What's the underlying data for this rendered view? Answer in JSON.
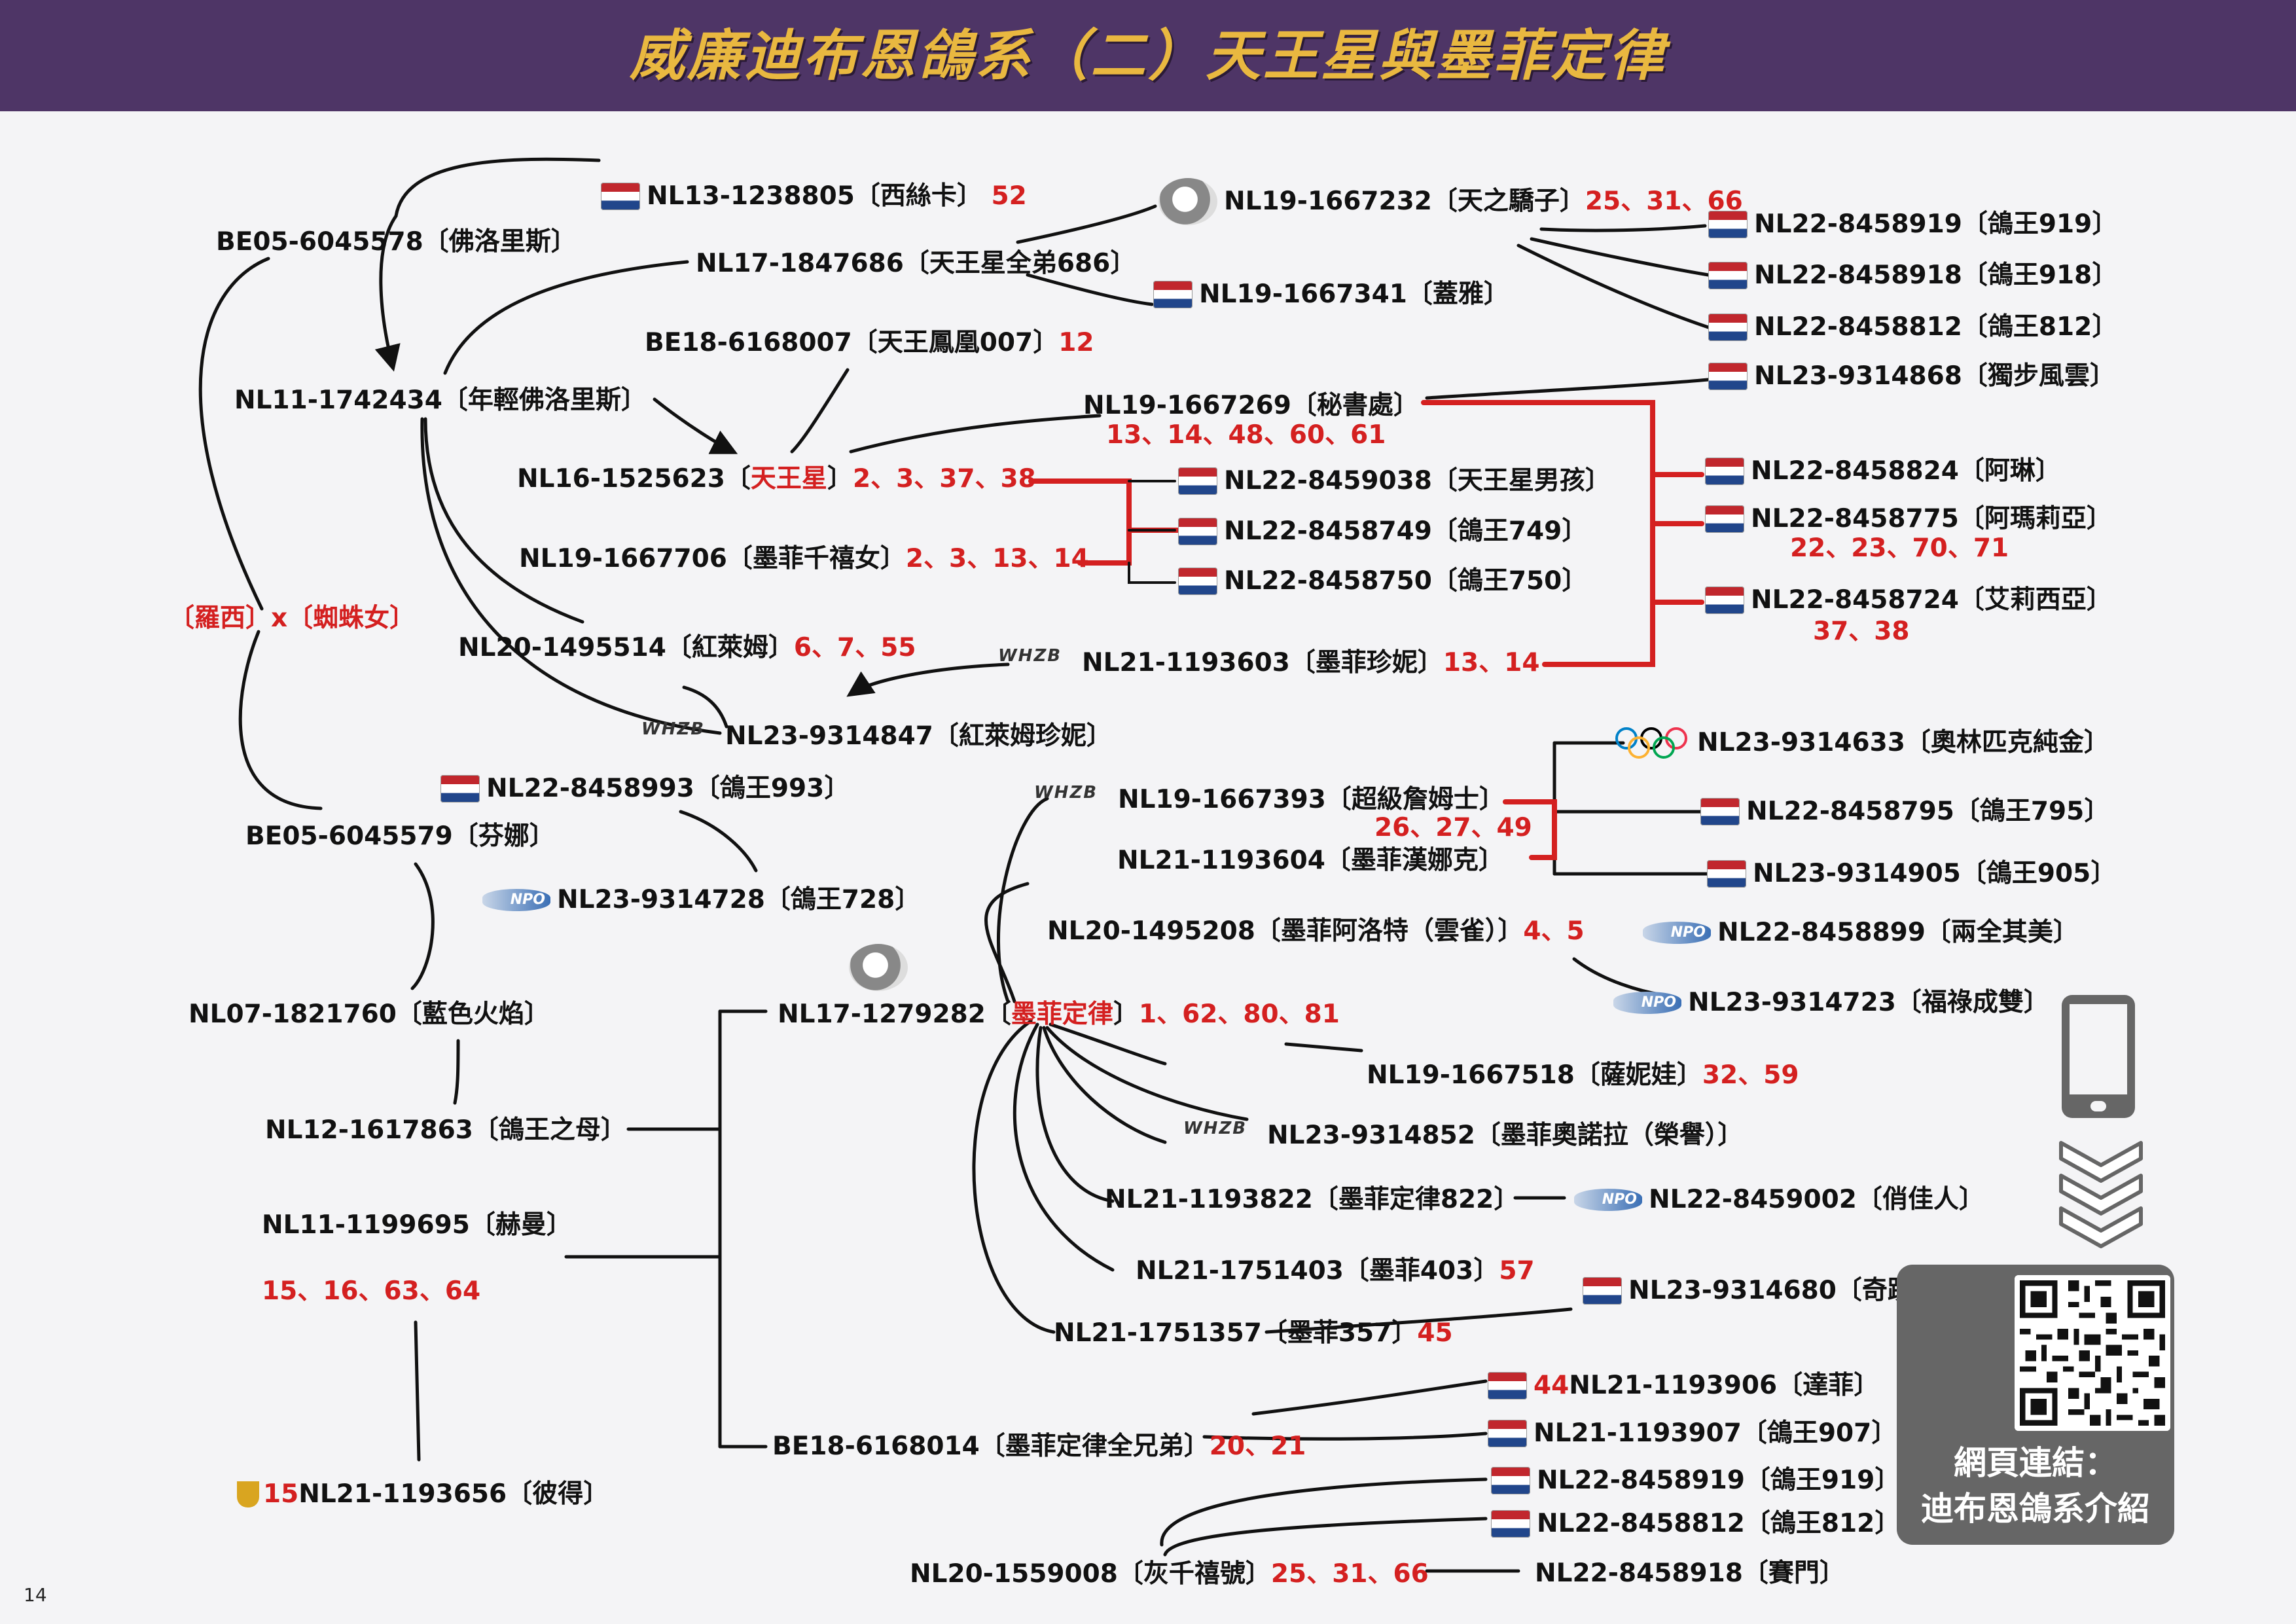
{
  "title": "威廉迪布恩鴿系（二）天王星與墨菲定律",
  "page_number": "14",
  "qr_caption": [
    "網頁連結：",
    "迪布恩鴿系介紹"
  ],
  "brand_colors": {
    "header_bg": "#4e3566",
    "title_text": "#e9b840",
    "highlight_red": "#d42020"
  },
  "badge_texts": {
    "npo": "NPO",
    "whzb": "WHZB"
  },
  "nodes": {
    "n1": {
      "id": "NL13-1238805",
      "name": "〔西絲卡〕",
      "ann": "52"
    },
    "n2": {
      "id": "BE05-6045578",
      "name": "〔佛洛里斯〕",
      "ann": ""
    },
    "n3": {
      "id": "NL17-1847686",
      "name": "〔天王星全弟686〕",
      "ann": ""
    },
    "n4": {
      "id": "NL19-1667232",
      "name": "〔天之驕子〕",
      "ann": "25、31、66"
    },
    "n5": {
      "id": "NL19-1667341",
      "name": "〔蓋雅〕",
      "ann": ""
    },
    "n6": {
      "id": "BE18-6168007",
      "name": "〔天王鳳凰007〕",
      "ann": "12"
    },
    "n7": {
      "id": "NL11-1742434",
      "name": "〔年輕佛洛里斯〕",
      "ann": ""
    },
    "n8": {
      "id": "NL19-1667269",
      "name": "〔秘書處〕",
      "ann": ""
    },
    "n8b": {
      "ann": "13、14、48、60、61"
    },
    "n9a": {
      "id": "NL16-1525623",
      "open": "〔",
      "name": "天王星",
      "close": "〕",
      "ann": "2、3、37、38"
    },
    "n10": {
      "id": "NL22-8459038",
      "name": "〔天王星男孩〕",
      "ann": ""
    },
    "n11": {
      "id": "NL22-8458749",
      "name": "〔鴿王749〕",
      "ann": ""
    },
    "n12": {
      "id": "NL19-1667706",
      "name": "〔墨菲千禧女〕",
      "ann": "2、3、13、14"
    },
    "n13": {
      "id": "NL22-8458750",
      "name": "〔鴿王750〕",
      "ann": ""
    },
    "n14": {
      "text": "〔羅西〕x〔蜘蛛女〕"
    },
    "n15": {
      "id": "NL20-1495514",
      "name": "〔紅萊姆〕",
      "ann": "6、7、55"
    },
    "n16": {
      "id": "NL21-1193603",
      "name": " 〔墨菲珍妮〕",
      "ann": "13、14"
    },
    "n17": {
      "id": "NL23-9314847",
      "name": "〔紅萊姆珍妮〕",
      "ann": ""
    },
    "n18": {
      "id": "NL22-8458993",
      "name": "〔鴿王993〕",
      "ann": ""
    },
    "n19": {
      "id": "NL19-1667393",
      "name": "〔超級詹姆士〕",
      "ann": ""
    },
    "n19b": {
      "ann": "26、27、49"
    },
    "n20": {
      "id": "BE05-6045579",
      "name": "〔芬娜〕",
      "ann": ""
    },
    "n21": {
      "id": "NL21-1193604",
      "name": " 〔墨菲漢娜克〕",
      "ann": ""
    },
    "n22": {
      "id": "NL23-9314728",
      "name": "〔鴿王728〕",
      "ann": ""
    },
    "n23": {
      "id": "NL20-1495208",
      "name": "〔墨菲阿洛特（雲雀）〕",
      "ann": "4、5"
    },
    "n24": {
      "id": "NL17-1279282",
      "open": "〔",
      "name": "墨菲定律",
      "close": "〕",
      "ann": "1、62、80、81"
    },
    "n25": {
      "id": "NL07-1821760",
      "name": "〔藍色火焰〕",
      "ann": ""
    },
    "n26": {
      "id": "NL19-1667518",
      "name": "〔薩妮娃〕",
      "ann": "32、59"
    },
    "n27": {
      "id": "NL12-1617863",
      "name": "〔鴿王之母〕",
      "ann": ""
    },
    "n28": {
      "id": "NL23-9314852",
      "name": "〔墨菲奧諾拉（榮譽）〕",
      "ann": ""
    },
    "n29": {
      "id": "NL21-1193822",
      "name": "〔墨菲定律822〕",
      "ann": ""
    },
    "n30": {
      "id": "NL11-1199695",
      "name": "〔赫曼〕",
      "ann": ""
    },
    "n30b": {
      "ann": "15、16、63、64"
    },
    "n31": {
      "id": "NL21-1751403",
      "name": "〔墨菲403〕",
      "ann": "57"
    },
    "n32": {
      "id": "NL21-1751357",
      "name": "〔墨菲357〕",
      "ann": "45"
    },
    "n33": {
      "id": "BE18-6168014",
      "name": "〔墨菲定律全兄弟〕",
      "ann": "20、21"
    },
    "n34": {
      "pre": "15",
      "id": "NL21-1193656",
      "name": "〔彼得〕"
    },
    "n35": {
      "id": "NL20-1559008",
      "name": "〔灰千禧號〕",
      "ann": "25、31、66"
    },
    "r1": {
      "id": "NL22-8458919",
      "name": "〔鴿王919〕"
    },
    "r2": {
      "id": "NL22-8458918",
      "name": "〔鴿王918〕"
    },
    "r3": {
      "id": "NL22-8458812",
      "name": "〔鴿王812〕"
    },
    "r4": {
      "id": "NL23-9314868",
      "name": "〔獨步風雲〕"
    },
    "r5": {
      "id": "NL22-8458824",
      "name": "〔阿琳〕"
    },
    "r6": {
      "id": "NL22-8458775",
      "name": "〔阿瑪莉亞〕"
    },
    "r6b": {
      "ann": "22、23、70、71"
    },
    "r7": {
      "id": "NL22-8458724",
      "name": "〔艾莉西亞〕"
    },
    "r7b": {
      "ann": "37、38"
    },
    "r8": {
      "id": "NL23-9314633",
      "name": "〔奧林匹克純金〕"
    },
    "r9": {
      "id": "NL22-8458795",
      "name": "〔鴿王795〕"
    },
    "r10": {
      "id": "NL23-9314905",
      "name": "〔鴿王905〕"
    },
    "r11": {
      "id": "NL22-8458899",
      "name": "〔兩全其美〕"
    },
    "r12": {
      "id": "NL23-9314723",
      "name": "〔福祿成雙〕"
    },
    "r13": {
      "id": "NL22-8459002",
      "name": "〔俏佳人〕"
    },
    "r14": {
      "id": "NL23-9314680",
      "name": "〔奇蹟再現〕"
    },
    "r15": {
      "pre": "44",
      "id": "NL21-1193906",
      "name": "〔達菲〕"
    },
    "r16": {
      "id": "NL21-1193907",
      "name": "〔鴿王907〕"
    },
    "r17": {
      "id": "NL22-8458919",
      "name": "〔鴿王919〕"
    },
    "r18": {
      "id": "NL22-8458812",
      "name": "〔鴿王812〕"
    },
    "r19": {
      "id": "NL22-8458918",
      "name": "〔賽門〕"
    }
  }
}
